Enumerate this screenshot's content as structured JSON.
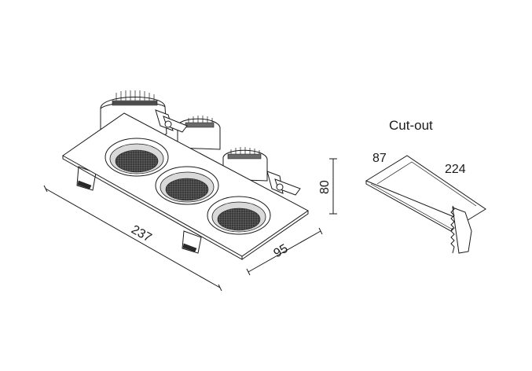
{
  "labels": {
    "cutout_title": "Cut-out",
    "dim_length": "237",
    "dim_width": "95",
    "dim_height": "80",
    "cutout_width": "87",
    "cutout_length": "224"
  },
  "colors": {
    "line": "#1a1a1a",
    "background": "#ffffff",
    "shade": "#d9d9d9"
  }
}
